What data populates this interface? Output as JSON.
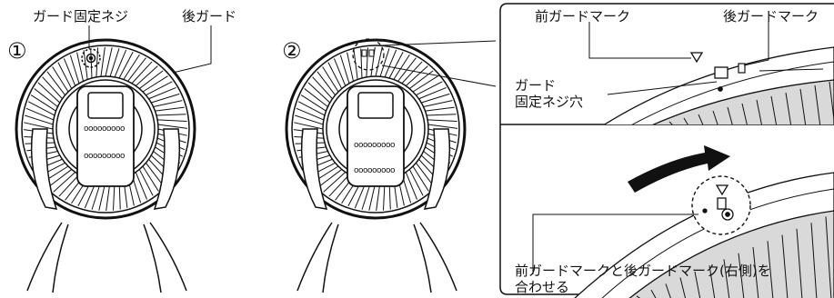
{
  "step1": {
    "number": "①",
    "screw_label": "ガード固定ネジ",
    "rear_guard_label": "後ガード",
    "panel_text_top": "ooooooooo",
    "panel_text_bottom": "ooooooooo"
  },
  "step2": {
    "number": "②",
    "panel_text_top": "ooooooooo",
    "panel_text_bottom": "ooooooooo"
  },
  "zoom_top": {
    "front_mark_label": "前ガードマーク",
    "rear_mark_label": "後ガードマーク",
    "hole_label_line1": "ガード",
    "hole_label_line2": "固定ネジ穴"
  },
  "zoom_bottom": {
    "align_label_line1": "前ガードマークと後ガードマーク(右側)を",
    "align_label_line2": "合わせる"
  },
  "colors": {
    "line": "#111111",
    "grille_fill": "#d9d9d9",
    "arrow": "#111111"
  }
}
